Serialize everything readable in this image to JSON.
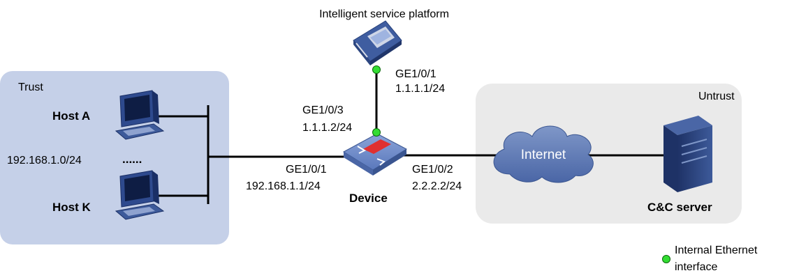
{
  "platform": {
    "label": "Intelligent service platform",
    "port": "GE1/0/1",
    "ip": "1.1.1.1/24"
  },
  "trust": {
    "label": "Trust",
    "subnet": "192.168.1.0/24",
    "ellipsis": "......",
    "hosts": [
      {
        "label": "Host A"
      },
      {
        "label": "Host K"
      }
    ]
  },
  "device": {
    "label": "Device",
    "up_port": "GE1/0/3",
    "up_ip": "1.1.1.2/24",
    "left_port": "GE1/0/1",
    "left_ip": "192.168.1.1/24",
    "right_port": "GE1/0/2",
    "right_ip": "2.2.2.2/24"
  },
  "untrust": {
    "label": "Untrust",
    "cloud": "Internet",
    "server": "C&C server"
  },
  "legend": {
    "line1": "Internal Ethernet",
    "line2": "interface",
    "dot_color": "#33dd33"
  },
  "colors": {
    "trust_zone": "#c5d0e8",
    "untrust_zone": "#eaeaea",
    "cloud": "#5a78b4",
    "device": "#6a88c8"
  }
}
